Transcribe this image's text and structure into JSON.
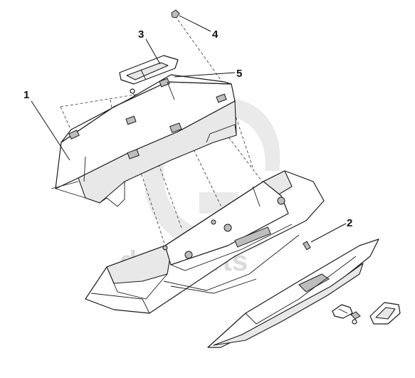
{
  "callouts": [
    {
      "id": "1",
      "label": "1"
    },
    {
      "id": "2",
      "label": "2"
    },
    {
      "id": "3",
      "label": "3"
    },
    {
      "id": "4",
      "label": "4"
    },
    {
      "id": "5",
      "label": "5"
    }
  ],
  "watermark": {
    "text": "datsparts",
    "icon": "gp-logo-watermark"
  },
  "colors": {
    "line": "#1a1a1a",
    "watermark": "#d9d9d9",
    "background": "#ffffff"
  }
}
